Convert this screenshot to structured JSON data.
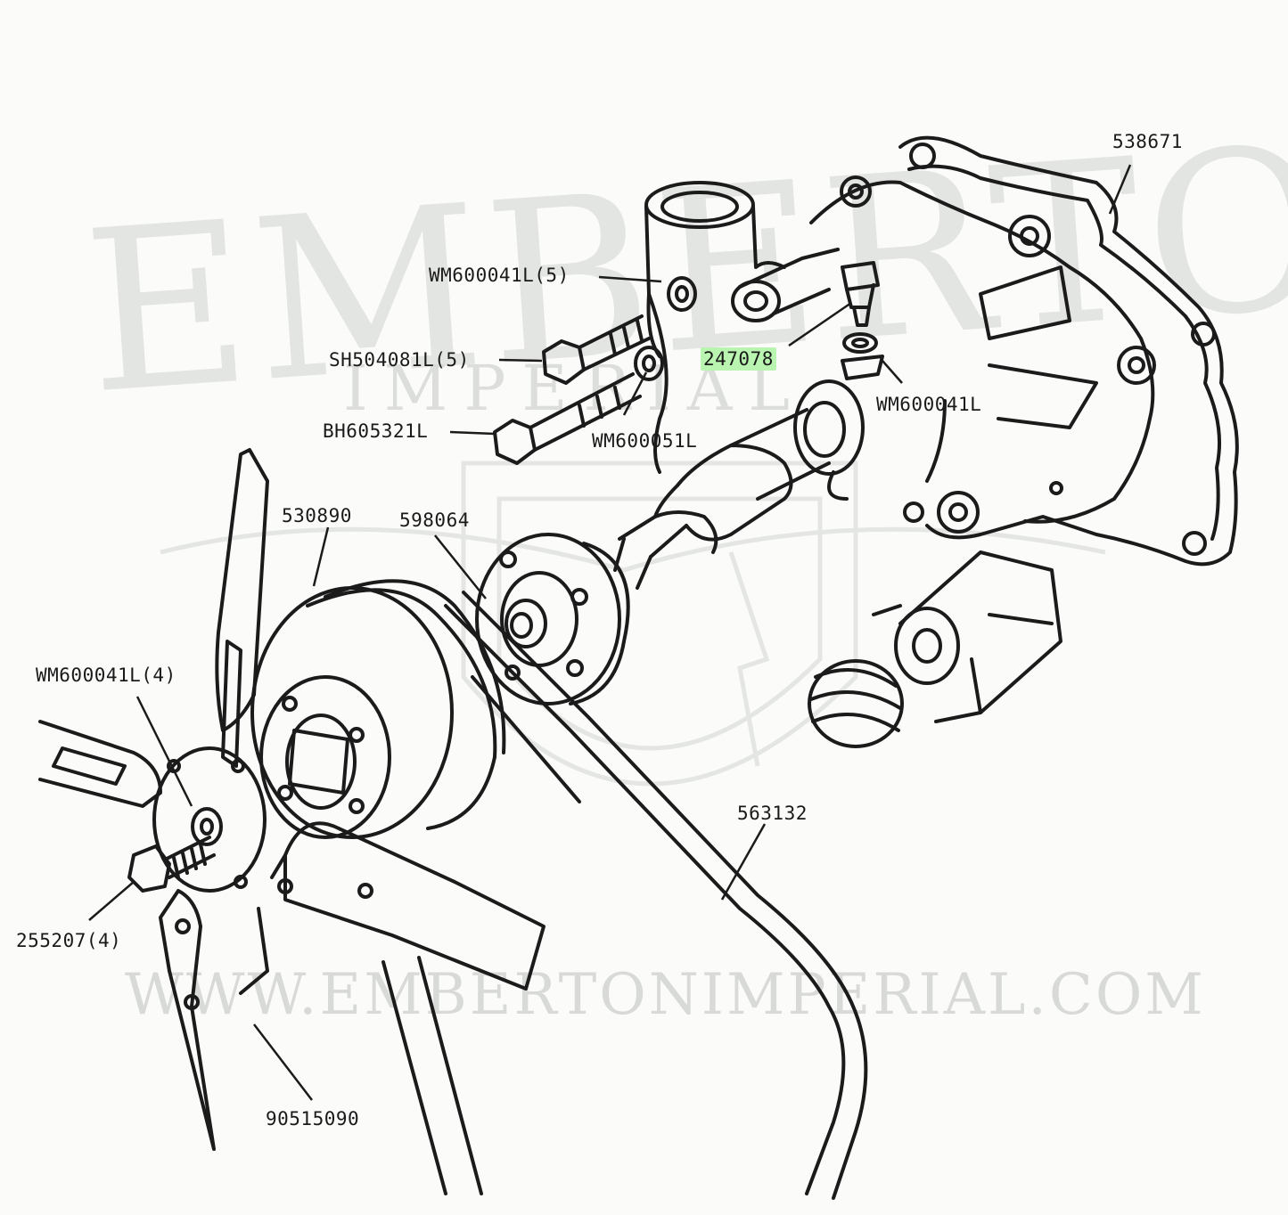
{
  "watermark": {
    "brand": "EMBERTON",
    "sub": "IMPERIAL",
    "website": "WWW.EMBERTONIMPERIAL.COM"
  },
  "colors": {
    "line": "#1b1b1b",
    "watermark": "#d9dbd8",
    "highlight": "#b9f5b0",
    "paper": "#fbfbfa"
  },
  "highlighted_part": "247078",
  "parts": [
    {
      "id": "p538671",
      "label": "538671"
    },
    {
      "id": "p247078",
      "label": "247078"
    },
    {
      "id": "pWM600041L5",
      "label": "WM600041L(5)"
    },
    {
      "id": "pSH504081L5",
      "label": "SH504081L(5)"
    },
    {
      "id": "pBH605321L",
      "label": "BH605321L"
    },
    {
      "id": "pWM600051L",
      "label": "WM600051L"
    },
    {
      "id": "pWM600041L",
      "label": "WM600041L"
    },
    {
      "id": "p530890",
      "label": "530890"
    },
    {
      "id": "p598064",
      "label": "598064"
    },
    {
      "id": "pWM600041L4",
      "label": "WM600041L(4)"
    },
    {
      "id": "p563132",
      "label": "563132"
    },
    {
      "id": "p2552074",
      "label": "255207(4)"
    },
    {
      "id": "p90515090",
      "label": "90515090"
    }
  ]
}
